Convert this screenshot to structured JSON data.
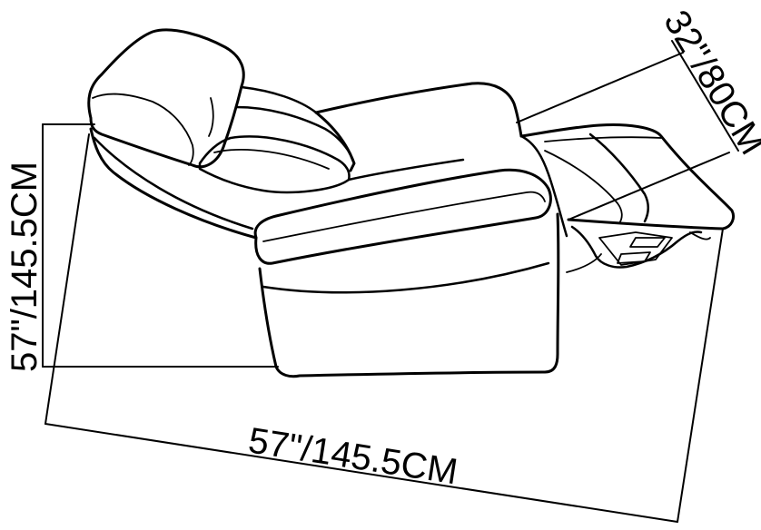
{
  "dimensions": {
    "height_label": "57\"/145.5CM",
    "width_label": "57\"/145.5CM",
    "depth_label": "32\"/80CM"
  },
  "colors": {
    "line": "#000000",
    "background": "#ffffff"
  }
}
